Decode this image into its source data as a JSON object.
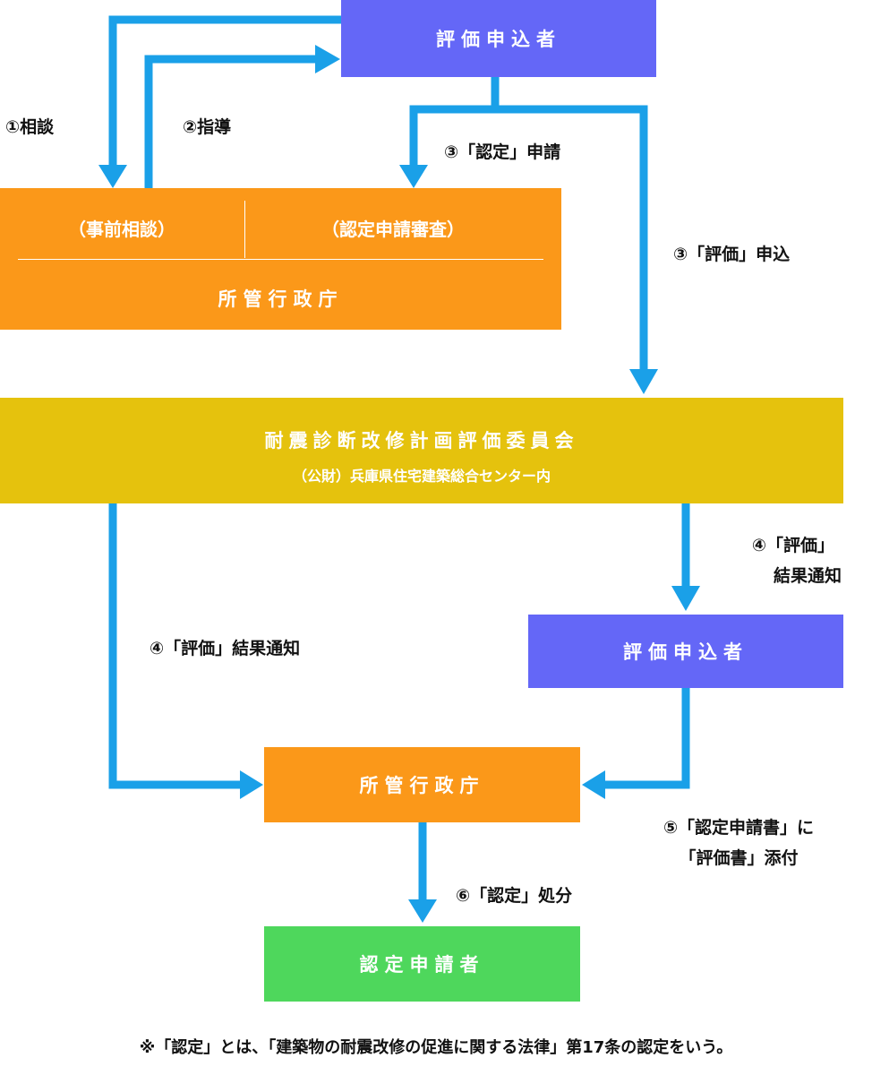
{
  "colors": {
    "arrow": "#1aa0e8",
    "applicant": "#6467f7",
    "authority": "#fb9819",
    "committee": "#e5c20d",
    "certified": "#4ed75c",
    "text_dark": "#111111"
  },
  "nodes": {
    "applicant_top": "評価申込者",
    "authority_top": {
      "left_section": "（事前相談）",
      "right_section": "（認定申請審査）",
      "name": "所管行政庁"
    },
    "committee": {
      "name": "耐震診断改修計画評価委員会",
      "sub": "（公財）兵庫県住宅建築総合センター内"
    },
    "applicant_mid": "評価申込者",
    "authority_bottom": "所管行政庁",
    "certified": "認定申請者"
  },
  "steps": {
    "step1": "①相談",
    "step2": "②指導",
    "step3_cert": "③「認定」申請",
    "step3_eval": "③「評価」申込",
    "step4_right_line1": "④「評価」",
    "step4_right_line2": "結果通知",
    "step4_left": "④「評価」結果通知",
    "step5_line1": "⑤「認定申請書」に",
    "step5_line2": "「評価書」添付",
    "step6": "⑥「認定」処分"
  },
  "footnote": "※「認定」とは、「建築物の耐震改修の促進に関する法律」第17条の認定をいう。"
}
